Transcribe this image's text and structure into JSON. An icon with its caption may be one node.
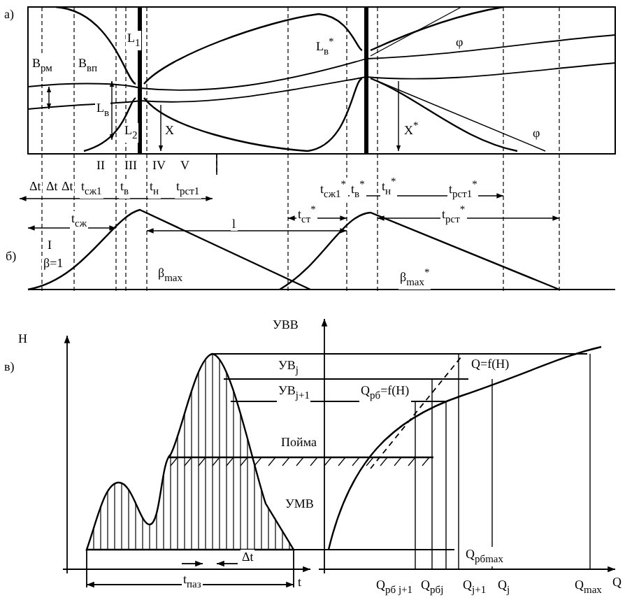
{
  "diagram": {
    "labels": [
      "а)",
      "B$_{рм}$",
      "B$_{вп}$",
      "L$_{1}$",
      "L$_{в}$",
      "L$_{2}$",
      "X",
      "L$_{в}$$^{*}$",
      "X$^{*}$",
      "φ",
      "φ",
      "II",
      "III",
      "IV",
      "V",
      "Δt",
      "Δt",
      "Δt",
      "t$_{сж1}$",
      "t$_{в}$",
      "t$_{н}$",
      "t$_{рст1}$",
      "t$_{сж1}$$^{*}$",
      "t$_{в}$$^{*}$",
      "t$_{н}$$^{*}$",
      "t$_{рст1}$$^{*}$",
      "t$_{ст}$$^{*}$",
      "t$_{рст}$$^{*}$",
      "t$_{сж}$",
      "l",
      "б)",
      "I",
      "β=1",
      "β$_{max}$",
      "β$_{max}$$^{*}$",
      "в)",
      "H",
      "УВВ",
      "УВ$_{j}$",
      "УВ$_{j+1}$",
      "Пойма",
      "УМВ",
      "Δt",
      "t",
      "t$_{паз}$",
      "Q=f(H)",
      "Q$_{рб}$=f(H)",
      "Q$_{рбmax}$",
      "Q$_{рб j+1}$",
      "Q$_{рбj}$",
      "Q$_{j+1}$",
      "Q$_{j}$",
      "Q$_{max}$",
      "Q"
    ]
  }
}
